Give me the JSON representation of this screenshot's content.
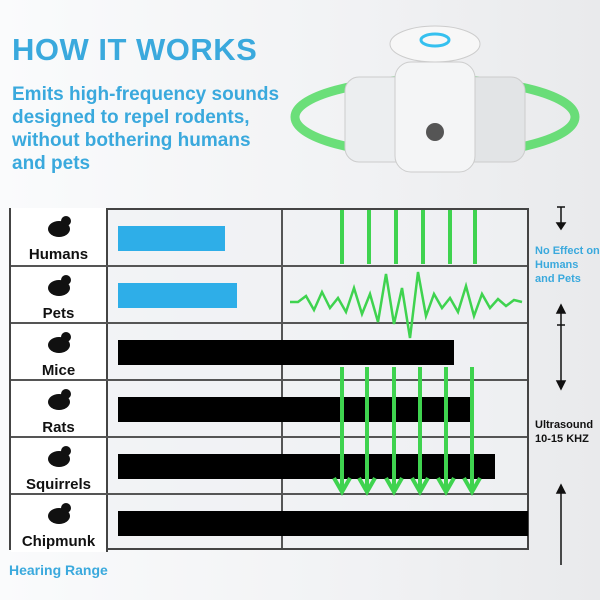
{
  "title": "HOW IT WORKS",
  "subtitle": "Emits high-frequency sounds designed to repel rodents, without bothering humans and pets",
  "rows": [
    {
      "label": "Humans",
      "icon": "human-child-icon",
      "range": 0.26,
      "color": "#2eaee8"
    },
    {
      "label": "Pets",
      "icon": "cat-dog-icon",
      "range": 0.29,
      "color": "#2eaee8"
    },
    {
      "label": "Mice",
      "icon": "mouse-icon",
      "range": 0.82,
      "color": "#000000"
    },
    {
      "label": "Rats",
      "icon": "rat-icon",
      "range": 0.86,
      "color": "#000000"
    },
    {
      "label": "Squirrels",
      "icon": "squirrel-icon",
      "range": 0.92,
      "color": "#000000"
    },
    {
      "label": "Chipmunk",
      "icon": "chipmunk-icon",
      "range": 1.0,
      "color": "#000000"
    }
  ],
  "note_no_effect": "No Effect on Humans and Pets",
  "note_ultrasound": "Ultrasound 10-15 KHZ",
  "footer": "Hearing Range",
  "colors": {
    "accent": "#3aa9dd",
    "wave": "#3fd34f"
  }
}
